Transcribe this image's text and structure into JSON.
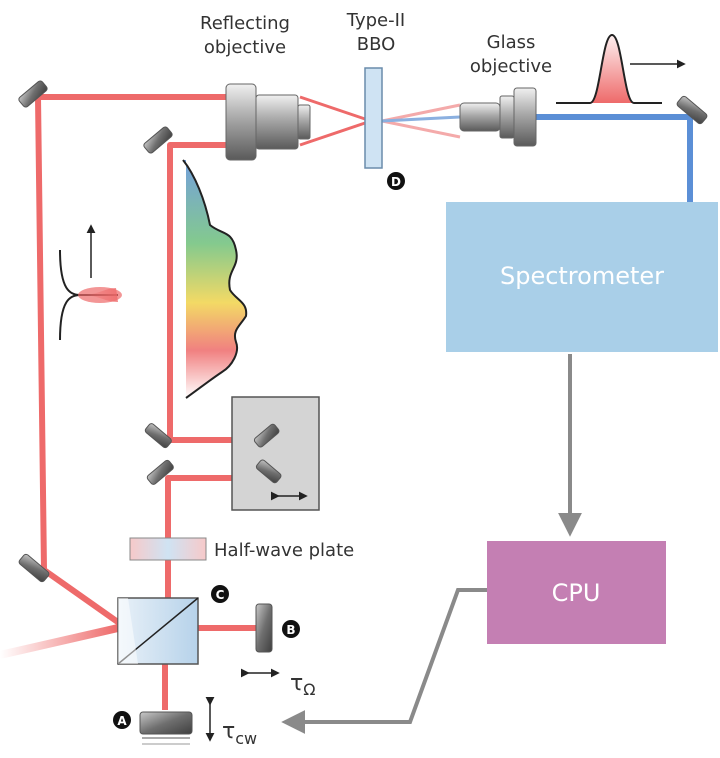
{
  "labels": {
    "reflecting_objective": [
      "Reflecting",
      "objective"
    ],
    "type2_bbo": [
      "Type-II",
      "BBO"
    ],
    "glass_objective": [
      "Glass",
      "objective"
    ],
    "half_wave_plate": "Half-wave plate",
    "spectrometer": "Spectrometer",
    "cpu": "CPU",
    "tau_omega": "τΩ",
    "tau_omega_base": "τ",
    "tau_omega_sub": "Ω",
    "tau_cw_base": "τ",
    "tau_cw_sub": "cw"
  },
  "markers": [
    "A",
    "B",
    "C",
    "D"
  ],
  "colors": {
    "red_beam": "#ee6a6a",
    "blue_beam": "#5b8fd6",
    "gray_link": "#8a8a8a",
    "spectrometer_fill": "#a9cfe8",
    "cpu_fill": "#c47fb3",
    "stage_fill": "#d4d4d4",
    "mirror_fill": "#7d7d7d"
  }
}
